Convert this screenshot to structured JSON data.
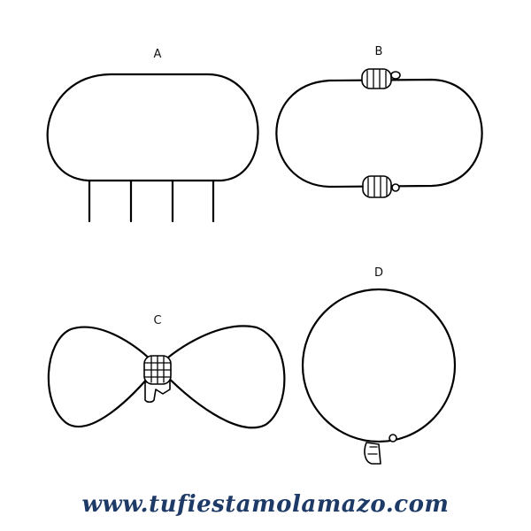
{
  "figures": {
    "a": {
      "label": "A"
    },
    "b": {
      "label": "B"
    },
    "c": {
      "label": "C"
    },
    "d": {
      "label": "D"
    }
  },
  "footer": {
    "website": "www.tufiestamolamazo.com"
  },
  "colors": {
    "ink": "#000000",
    "watermark": "#1e3a66",
    "background": "#ffffff"
  }
}
